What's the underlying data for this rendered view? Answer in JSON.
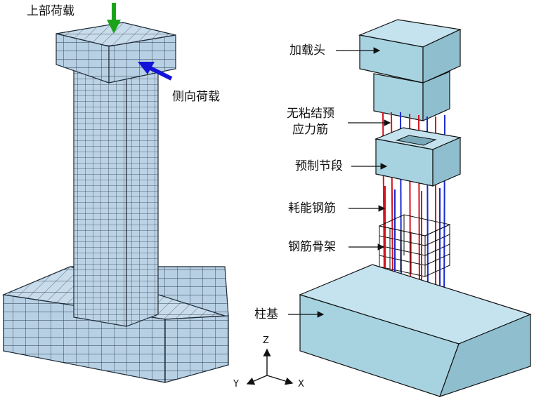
{
  "left_model": {
    "top_load_label": "上部荷载",
    "lateral_load_label": "侧向荷载",
    "top_load_arrow_color": "#1aa31a",
    "lateral_load_arrow_color": "#1414d8",
    "mesh_face_color": "#b7d0e4",
    "mesh_line_color": "#2a3a4a"
  },
  "right_model": {
    "labels": {
      "loading_head": "加载头",
      "unbonded_tendon_line1": "无粘结预",
      "unbonded_tendon_line2": "应力筋",
      "precast_segment": "预制节段",
      "energy_bar": "耗能钢筋",
      "rebar_cage": "钢筋骨架",
      "footing": "柱基"
    },
    "solid_color": "#a7d3e1",
    "tendon_color_a": "#d4141e",
    "tendon_color_b": "#1a2bd0"
  },
  "axes": {
    "z": "Z",
    "y": "Y",
    "x": "X"
  }
}
